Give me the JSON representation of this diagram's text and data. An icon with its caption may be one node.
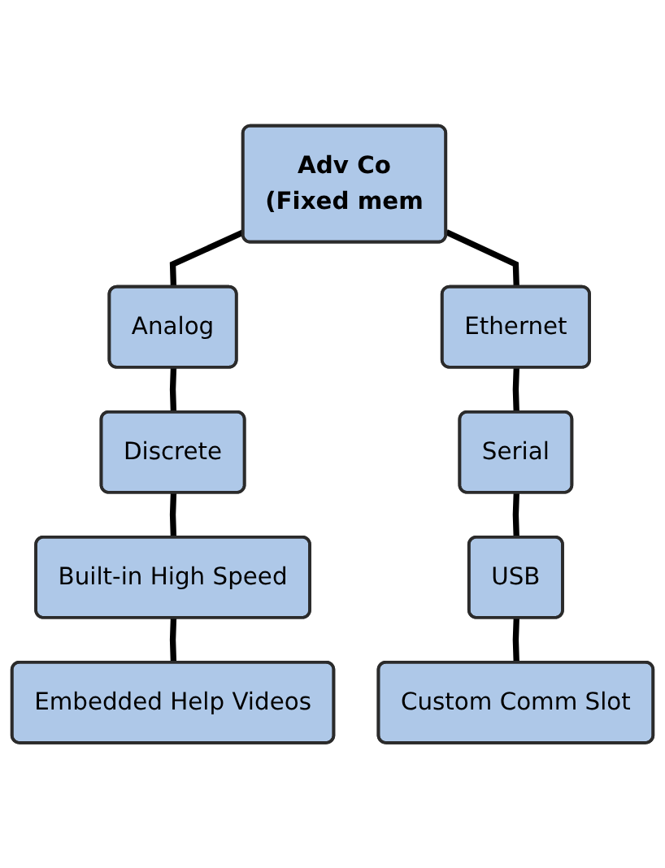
{
  "diagram": {
    "nodes": [
      {
        "text": [
          "Adv Co",
          "(Fixed mem"
        ]
      },
      {
        "text": [
          "Analog"
        ]
      },
      {
        "text": [
          "Ethernet"
        ]
      },
      {
        "text": [
          "Discrete"
        ]
      },
      {
        "text": [
          "Serial"
        ]
      },
      {
        "text": [
          "Built-in High Speed"
        ]
      },
      {
        "text": [
          "USB"
        ]
      },
      {
        "text": [
          "Embedded Help Videos"
        ]
      },
      {
        "text": [
          "Custom Comm Slot"
        ]
      }
    ],
    "edges": [
      {
        "from": 0,
        "to": 1,
        "arrow": "none"
      },
      {
        "from": 0,
        "to": 2,
        "arrow": "none"
      },
      {
        "from": 1,
        "to": 3,
        "arrow": "none"
      },
      {
        "from": 3,
        "to": 5,
        "arrow": "none"
      },
      {
        "from": 5,
        "to": 7,
        "arrow": "none"
      },
      {
        "from": 2,
        "to": 4,
        "arrow": "none"
      },
      {
        "from": 4,
        "to": 6,
        "arrow": "none"
      },
      {
        "from": 6,
        "to": 8,
        "arrow": "none"
      }
    ]
  }
}
